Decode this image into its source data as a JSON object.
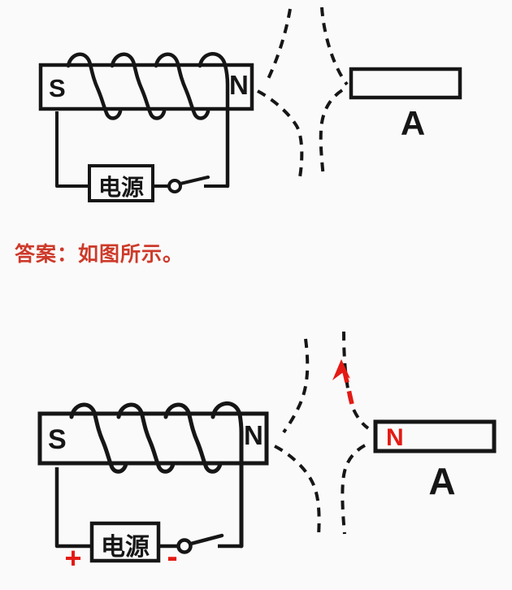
{
  "colors": {
    "ink": "#161616",
    "red_mark": "#e41a14",
    "answer_red": "#cd3a2a",
    "background": "#fbfafa"
  },
  "answer": {
    "label": "答案：如图所示。"
  },
  "top_diagram": {
    "solenoid": {
      "left_pole": "S",
      "right_pole": "N"
    },
    "power_supply": {
      "label": "电源"
    },
    "bar_magnet": {
      "label": "A"
    }
  },
  "bottom_diagram": {
    "solenoid": {
      "left_pole": "S",
      "right_pole": "N"
    },
    "power_supply": {
      "label": "电源",
      "positive_terminal": "+",
      "negative_terminal": "-"
    },
    "bar_magnet": {
      "label": "A",
      "marked_pole": "N"
    }
  }
}
